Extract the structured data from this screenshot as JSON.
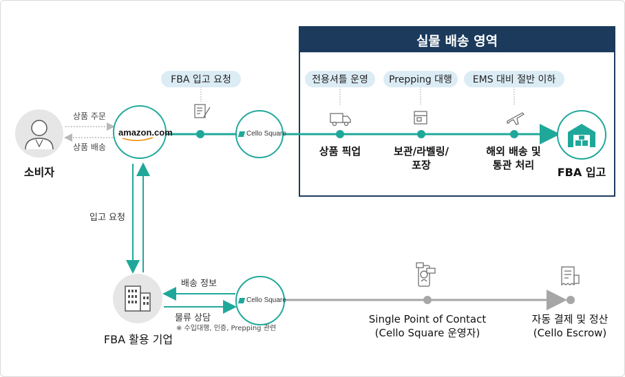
{
  "region": {
    "title": "실물 배송 영역"
  },
  "pills": {
    "fba_request": "FBA 입고 요청",
    "shuttle": "전용셔틀 운영",
    "prepping": "Prepping 대행",
    "ems": "EMS 대비 절반 이하"
  },
  "consumer": {
    "label": "소비자",
    "order": "상품 주문",
    "delivery": "상품 배송"
  },
  "amazon": {
    "logo": "amazon.com"
  },
  "cello": {
    "logo": "Cello Square"
  },
  "steps": {
    "pickup": "상품 픽업",
    "storage_line1": "보관/라벨링/",
    "storage_line2": "포장",
    "overseas_line1": "해외 배송 및",
    "overseas_line2": "통관 처리",
    "fba_in": "FBA 입고"
  },
  "side": {
    "stock_request": "입고 요청"
  },
  "company": {
    "label": "FBA 활용 기업",
    "ship_info": "배송 정보",
    "logistics": "물류 상담",
    "note": "※ 수입대행, 인증, Prepping 관련"
  },
  "bottom": {
    "spoc_line1": "Single Point of Contact",
    "spoc_line2": "(Cello Square 운영자)",
    "pay_line1": "자동 결제 및 정산",
    "pay_line2": "(Cello Escrow)"
  },
  "colors": {
    "teal": "#1fa89a",
    "navy": "#1b3a5c",
    "gray_line": "#a6a6a6",
    "pill_bg": "#dcecf5"
  }
}
